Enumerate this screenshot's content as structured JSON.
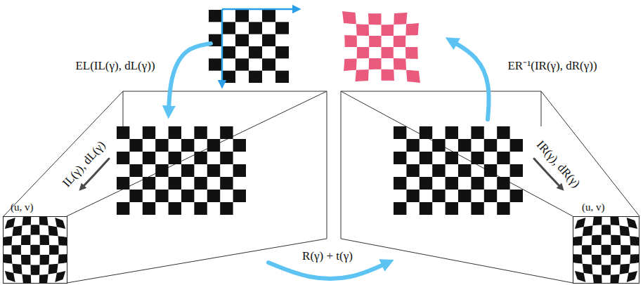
{
  "diagram": {
    "nodes": [
      {
        "text": [
          "(u, v)"
        ]
      },
      {
        "text": [
          "(u, v)"
        ]
      }
    ],
    "labels": [
      "EL(IL(γ), dL(γ))",
      "ER⁻¹(IR(γ), dR(γ))",
      "IL(γ), dL(γ)",
      "IR(γ), dR(γ)",
      "R(γ) + t(γ)"
    ]
  }
}
